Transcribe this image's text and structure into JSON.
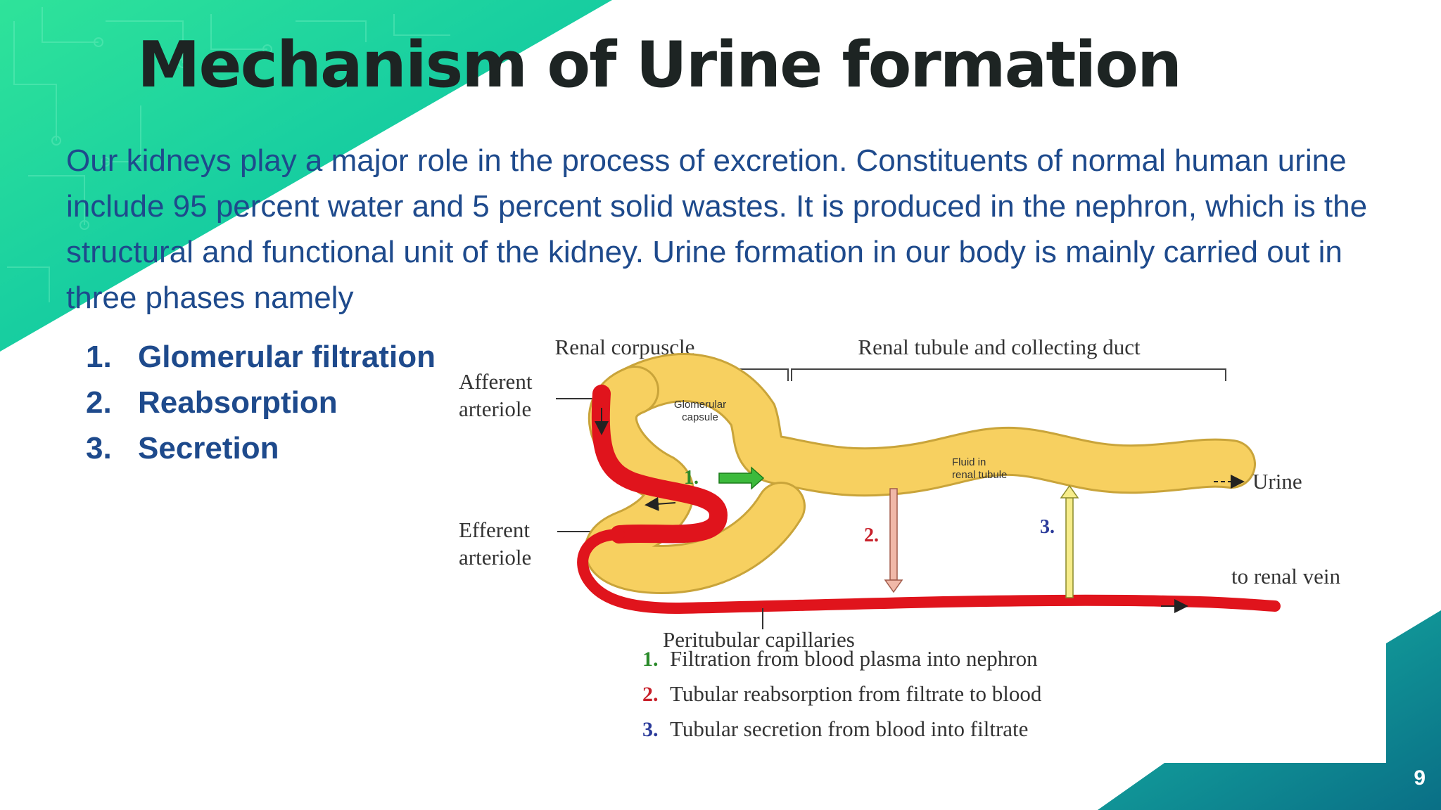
{
  "slide": {
    "title": "Mechanism of Urine formation",
    "intro": "Our kidneys play a major role in the process of excretion. Constituents of normal human urine include 95 percent water and 5 percent solid wastes. It is produced in the nephron, which is the structural and functional unit of the kidney. Urine formation in our body is mainly carried out in three phases namely",
    "phases": [
      {
        "num": "1.",
        "label": "Glomerular filtration"
      },
      {
        "num": "2.",
        "label": "Reabsorption"
      },
      {
        "num": "3.",
        "label": "Secretion"
      }
    ],
    "page_number": "9"
  },
  "diagram": {
    "renal_corpuscle": "Renal corpuscle",
    "renal_tubule": "Renal tubule and collecting duct",
    "afferent_line1": "Afferent",
    "afferent_line2": "arteriole",
    "efferent_line1": "Efferent",
    "efferent_line2": "arteriole",
    "glomerular_line1": "Glomerular",
    "glomerular_line2": "capsule",
    "fluid_line1": "Fluid in",
    "fluid_line2": "renal tubule",
    "urine": "Urine",
    "renal_vein": "to renal vein",
    "peritubular": "Peritubular capillaries",
    "marker1": "1.",
    "marker2": "2.",
    "marker3": "3.",
    "legend": [
      {
        "num": "1.",
        "text": "Filtration from blood plasma into nephron",
        "color": "#2a8a2a"
      },
      {
        "num": "2.",
        "text": "Tubular reabsorption from filtrate to blood",
        "color": "#c8202a"
      },
      {
        "num": "3.",
        "text": "Tubular secretion from blood into filtrate",
        "color": "#2a3a9a"
      }
    ]
  },
  "colors": {
    "title": "#1d2423",
    "body_text": "#1e4a8c",
    "green_accent": "#1fd38a",
    "teal_accent": "#0e8a95",
    "blood": "#e0141c",
    "tubule": "#f7d060"
  }
}
